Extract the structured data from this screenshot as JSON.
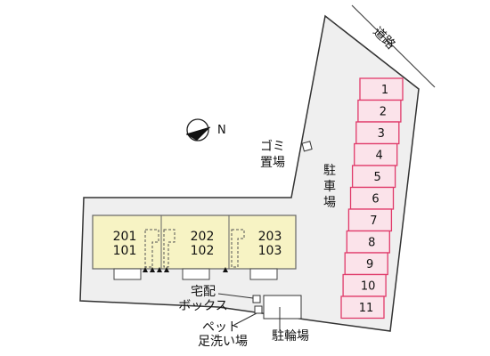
{
  "map": {
    "road_label": "道路",
    "compass_label": "N",
    "garbage_label_line1": "ゴミ",
    "garbage_label_line2": "置場",
    "parking_label_line1": "駐",
    "parking_label_line2": "車",
    "parking_label_line3": "場",
    "parking_spaces": [
      "1",
      "2",
      "3",
      "4",
      "5",
      "6",
      "7",
      "8",
      "9",
      "10",
      "11"
    ],
    "units": [
      {
        "upper": "201",
        "lower": "101"
      },
      {
        "upper": "202",
        "lower": "102"
      },
      {
        "upper": "203",
        "lower": "103"
      }
    ],
    "delivery_box_line1": "宅配",
    "delivery_box_line2": "ボックス",
    "pet_wash_line1": "ペット",
    "pet_wash_line2": "足洗い場",
    "bicycle_parking_label": "駐輪場"
  },
  "colors": {
    "lot_fill": "#efefef",
    "building_fill": "#f7f3c4",
    "parking_stroke": "#e03a6a",
    "parking_fill": "#fbe3ea",
    "outline": "#333333"
  }
}
